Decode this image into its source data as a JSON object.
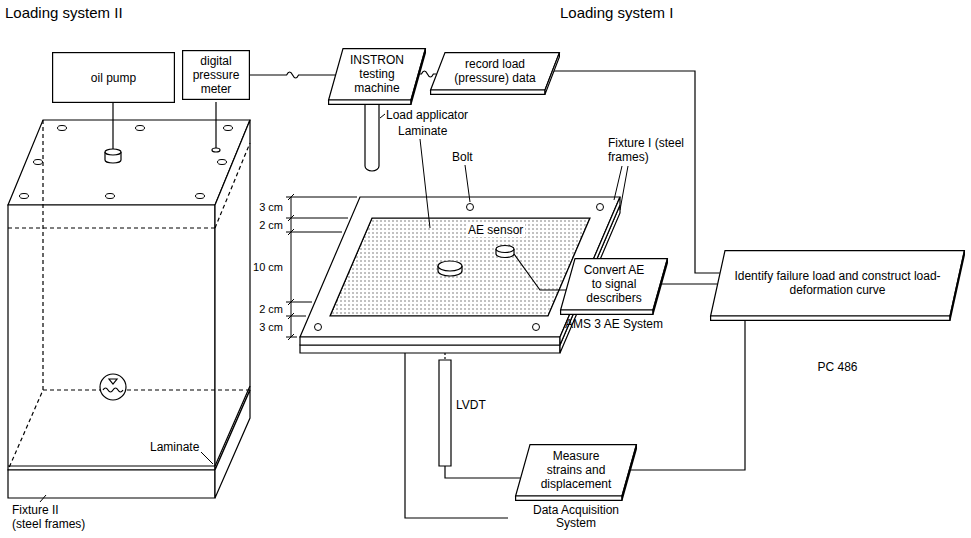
{
  "diagram": {
    "nodes": [
      {
        "text": [
          "oil pump"
        ]
      },
      {
        "text": [
          "digital pressure meter"
        ]
      },
      {
        "text": [
          "INSTRON testing machine"
        ]
      },
      {
        "text": [
          "record load (pressure) data"
        ]
      },
      {
        "text": [
          "Convert AE to signal describers",
          "AMS 3 AE System"
        ]
      },
      {
        "text": [
          "Identify failure load and construct load-deformation curve",
          "PC 486"
        ]
      },
      {
        "text": [
          "Measure strains and displacement",
          "Data Acquisition System"
        ]
      }
    ],
    "edges": [
      {
        "from": 1,
        "to": 2,
        "arrow": "none"
      },
      {
        "from": 2,
        "to": 3,
        "arrow": "none"
      },
      {
        "from": 3,
        "to": 5,
        "arrow": "none"
      },
      {
        "from": 4,
        "to": 5,
        "arrow": "none"
      },
      {
        "from": 6,
        "to": 5,
        "arrow": "none"
      }
    ],
    "labels": [
      "Loading system II",
      "Loading system I",
      "Load applicator",
      "Laminate",
      "Bolt",
      "Fixture I (steel frames)",
      "AE sensor",
      "3 cm",
      "2 cm",
      "10 cm",
      "2 cm",
      "3 cm",
      "LVDT",
      "Laminate",
      "Fixture II (steel frames)"
    ]
  }
}
